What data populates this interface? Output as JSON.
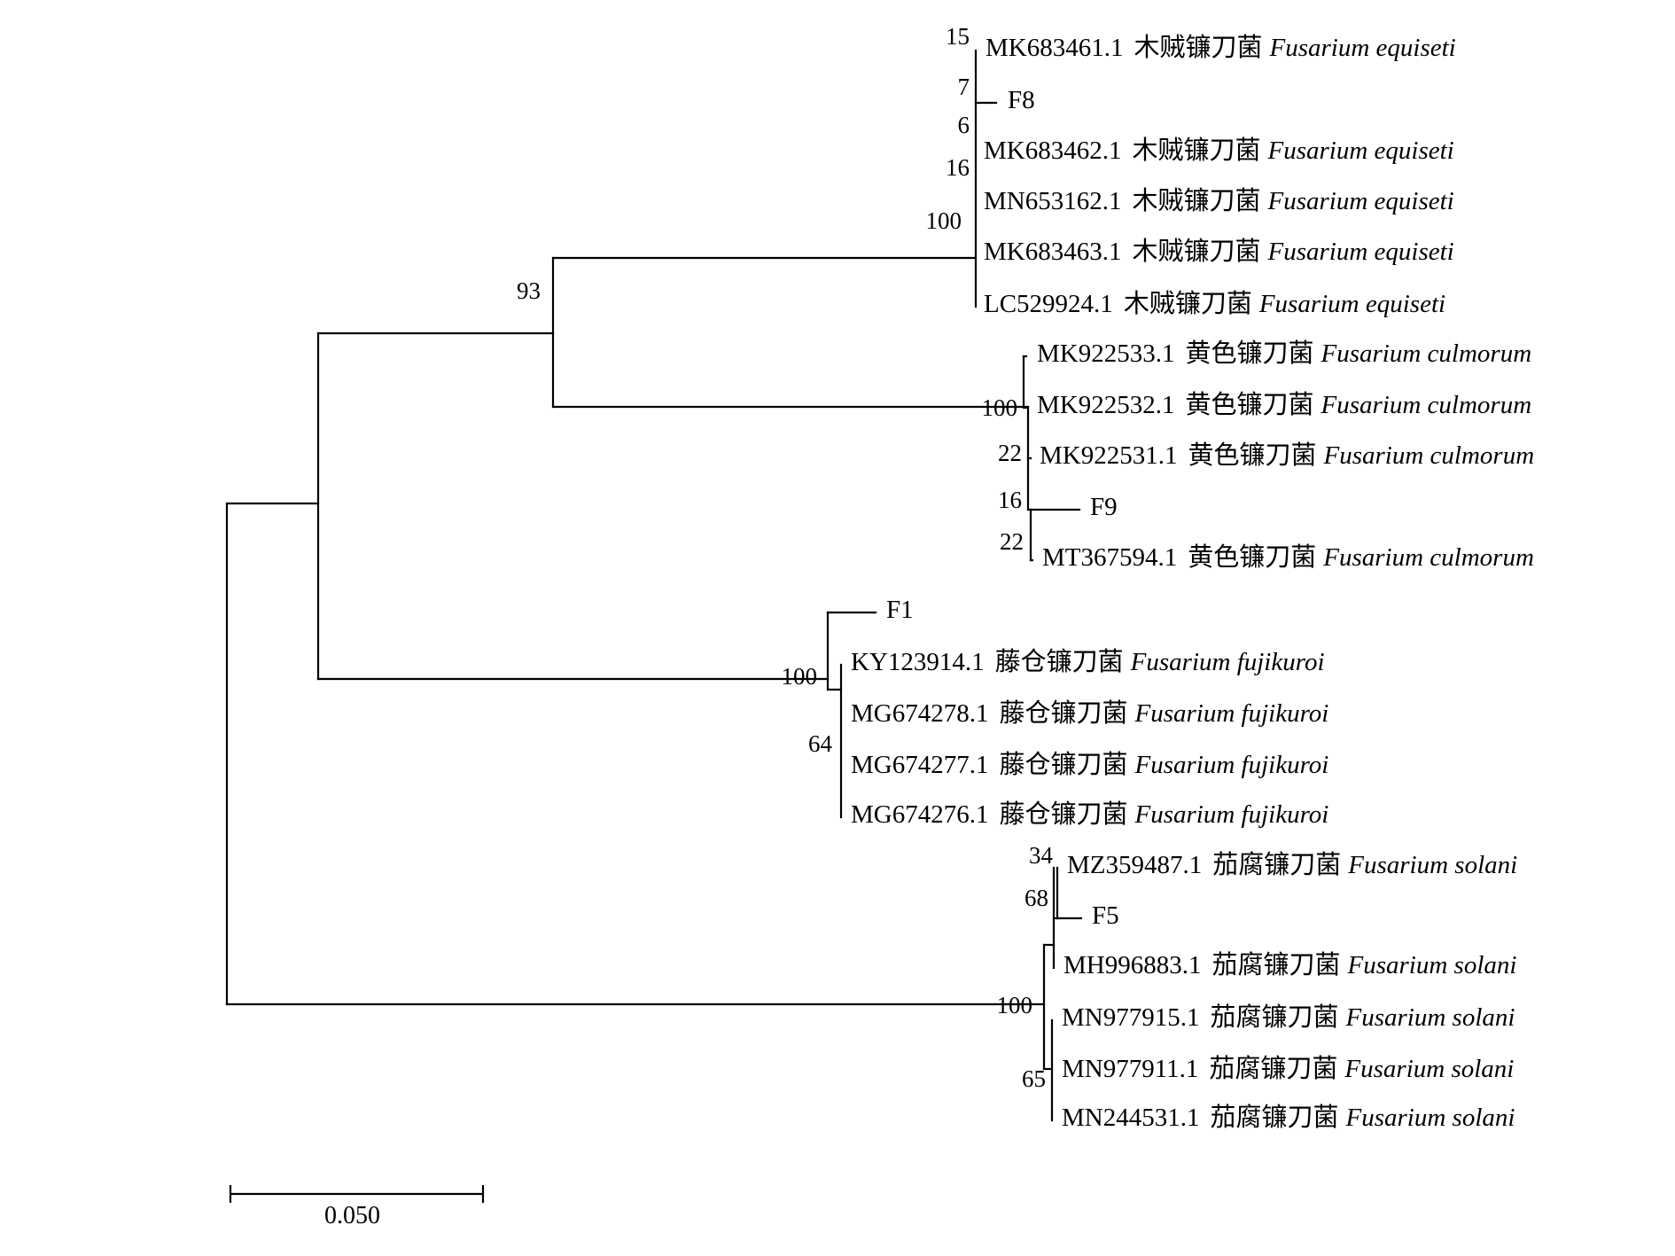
{
  "tree": {
    "leaves": [
      {
        "accession": "MK683461.1",
        "cn": "木贼镰刀菌",
        "sci": "Fusarium equiseti"
      },
      {
        "accession": "F8",
        "cn": "",
        "sci": ""
      },
      {
        "accession": "MK683462.1",
        "cn": "木贼镰刀菌",
        "sci": "Fusarium equiseti"
      },
      {
        "accession": "MN653162.1",
        "cn": "木贼镰刀菌",
        "sci": "Fusarium equiseti"
      },
      {
        "accession": "MK683463.1",
        "cn": "木贼镰刀菌",
        "sci": "Fusarium equiseti"
      },
      {
        "accession": "LC529924.1",
        "cn": "木贼镰刀菌",
        "sci": "Fusarium equiseti"
      },
      {
        "accession": "MK922533.1",
        "cn": "黄色镰刀菌",
        "sci": "Fusarium culmorum"
      },
      {
        "accession": "MK922532.1",
        "cn": "黄色镰刀菌",
        "sci": "Fusarium culmorum"
      },
      {
        "accession": "MK922531.1",
        "cn": "黄色镰刀菌",
        "sci": "Fusarium culmorum"
      },
      {
        "accession": "F9",
        "cn": "",
        "sci": ""
      },
      {
        "accession": "MT367594.1",
        "cn": "黄色镰刀菌",
        "sci": "Fusarium culmorum"
      },
      {
        "accession": "F1",
        "cn": "",
        "sci": ""
      },
      {
        "accession": "KY123914.1",
        "cn": "藤仓镰刀菌",
        "sci": "Fusarium fujikuroi"
      },
      {
        "accession": "MG674278.1",
        "cn": "藤仓镰刀菌",
        "sci": "Fusarium fujikuroi"
      },
      {
        "accession": "MG674277.1",
        "cn": "藤仓镰刀菌",
        "sci": "Fusarium fujikuroi"
      },
      {
        "accession": "MG674276.1",
        "cn": "藤仓镰刀菌",
        "sci": "Fusarium fujikuroi"
      },
      {
        "accession": "MZ359487.1",
        "cn": "茄腐镰刀菌",
        "sci": "Fusarium solani"
      },
      {
        "accession": "F5",
        "cn": "",
        "sci": ""
      },
      {
        "accession": "MH996883.1",
        "cn": "茄腐镰刀菌",
        "sci": "Fusarium solani"
      },
      {
        "accession": "MN977915.1",
        "cn": "茄腐镰刀菌",
        "sci": "Fusarium solani"
      },
      {
        "accession": "MN977911.1",
        "cn": "茄腐镰刀菌",
        "sci": "Fusarium solani"
      },
      {
        "accession": "MN244531.1",
        "cn": "茄腐镰刀菌",
        "sci": "Fusarium solani"
      }
    ],
    "bootstrap": [
      "15",
      "7",
      "6",
      "16",
      "100",
      "93",
      "100",
      "22",
      "16",
      "22",
      "100",
      "64",
      "34",
      "68",
      "100",
      "65"
    ],
    "scale_label": "0.050"
  }
}
